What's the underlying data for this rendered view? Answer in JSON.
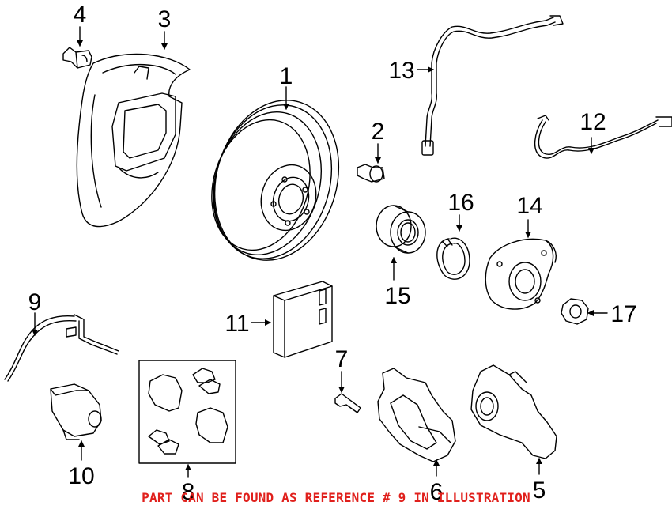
{
  "diagram": {
    "callouts": {
      "c1": "1",
      "c2": "2",
      "c3": "3",
      "c4": "4",
      "c5": "5",
      "c6": "6",
      "c7": "7",
      "c8": "8",
      "c9": "9",
      "c10": "10",
      "c11": "11",
      "c12": "12",
      "c13": "13",
      "c14": "14",
      "c15": "15",
      "c16": "16",
      "c17": "17"
    },
    "footer_note": "PART CAN BE FOUND AS REFERENCE # 9 IN ILLUSTRATION",
    "colors": {
      "line": "#000000",
      "note": "#e0201c",
      "background": "#ffffff"
    }
  }
}
